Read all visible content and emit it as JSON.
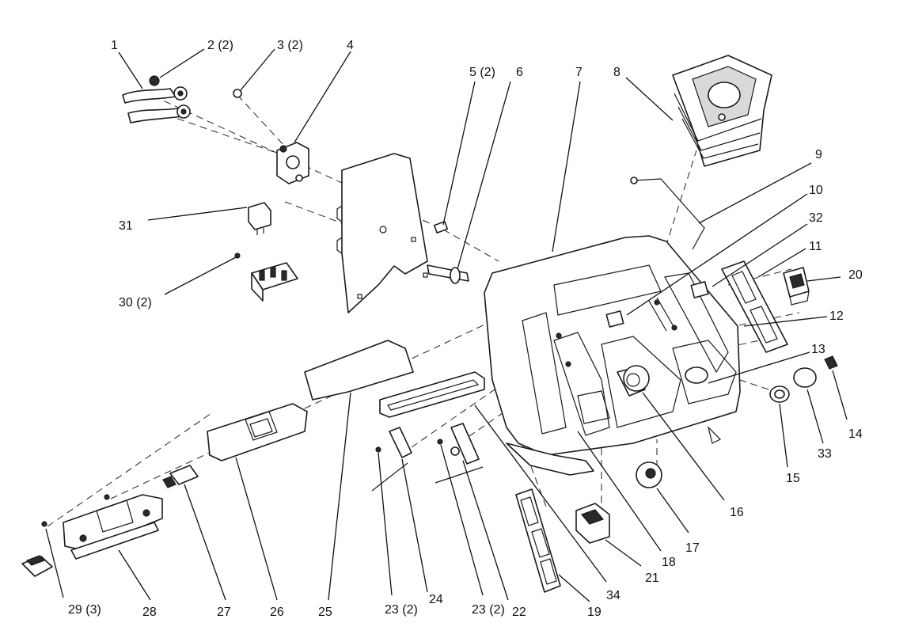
{
  "callouts": [
    {
      "id": "c1",
      "text": "1"
    },
    {
      "id": "c2",
      "text": "2 (2)"
    },
    {
      "id": "c3",
      "text": "3 (2)"
    },
    {
      "id": "c4",
      "text": "4"
    },
    {
      "id": "c5",
      "text": "5 (2)"
    },
    {
      "id": "c6",
      "text": "6"
    },
    {
      "id": "c7",
      "text": "7"
    },
    {
      "id": "c8",
      "text": "8"
    },
    {
      "id": "c9",
      "text": "9"
    },
    {
      "id": "c10",
      "text": "10"
    },
    {
      "id": "c32",
      "text": "32"
    },
    {
      "id": "c11",
      "text": "11"
    },
    {
      "id": "c20",
      "text": "20"
    },
    {
      "id": "c12",
      "text": "12"
    },
    {
      "id": "c13",
      "text": "13"
    },
    {
      "id": "c14",
      "text": "14"
    },
    {
      "id": "c33",
      "text": "33"
    },
    {
      "id": "c15",
      "text": "15"
    },
    {
      "id": "c16",
      "text": "16"
    },
    {
      "id": "c17",
      "text": "17"
    },
    {
      "id": "c18",
      "text": "18"
    },
    {
      "id": "c21",
      "text": "21"
    },
    {
      "id": "c34",
      "text": "34"
    },
    {
      "id": "c19",
      "text": "19"
    },
    {
      "id": "c22",
      "text": "22"
    },
    {
      "id": "c23b",
      "text": "23 (2)"
    },
    {
      "id": "c24",
      "text": "24"
    },
    {
      "id": "c23a",
      "text": "23 (2)"
    },
    {
      "id": "c25",
      "text": "25"
    },
    {
      "id": "c26",
      "text": "26"
    },
    {
      "id": "c27",
      "text": "27"
    },
    {
      "id": "c28",
      "text": "28"
    },
    {
      "id": "c29",
      "text": "29 (3)"
    },
    {
      "id": "c31",
      "text": "31"
    },
    {
      "id": "c30",
      "text": "30 (2)"
    }
  ]
}
